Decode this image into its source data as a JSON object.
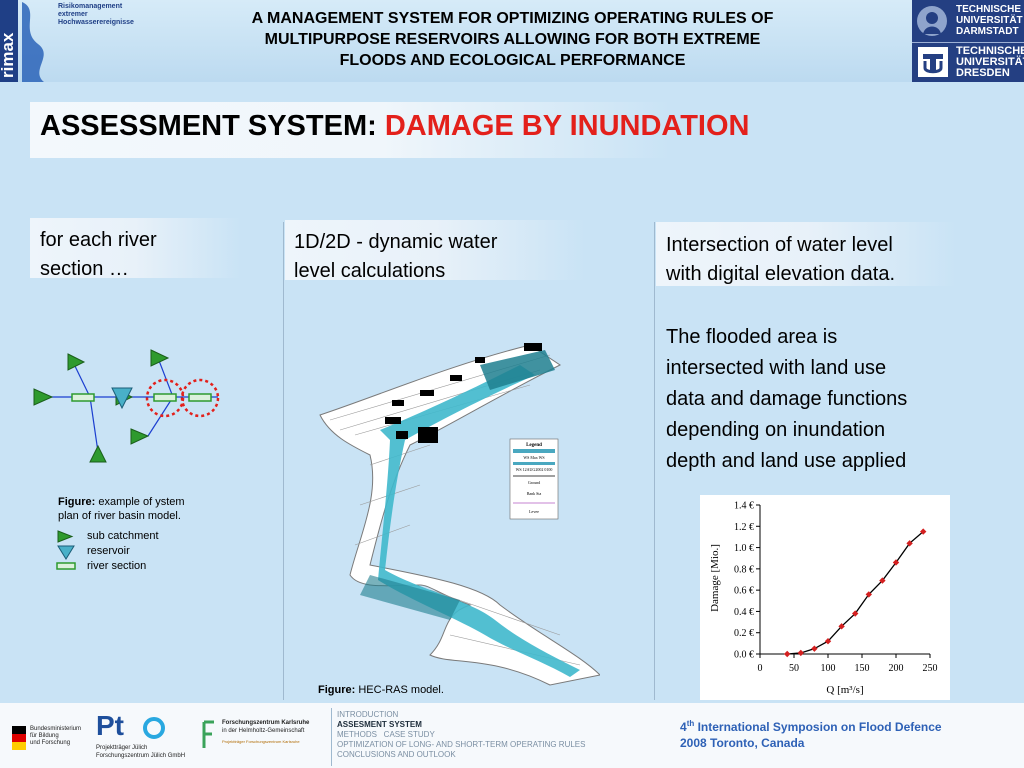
{
  "header": {
    "title_lines": [
      "A MANAGEMENT SYSTEM FOR OPTIMIZING OPERATING RULES OF",
      "MULTIPURPOSE RESERVOIRS ALLOWING FOR BOTH EXTREME",
      "FLOODS AND ECOLOGICAL PERFORMANCE"
    ],
    "rimax_logo": {
      "word": "rimax",
      "lines": [
        "Risikomanagement",
        "extremer",
        "Hochwasserereignisse"
      ]
    },
    "uni_logo": {
      "tud_lines": [
        "TECHNISCHE",
        "UNIVERSITÄT",
        "DARMSTADT"
      ],
      "tudresden_lines": [
        "TECHNISCHE",
        "UNIVERSITÄT",
        "DRESDEN"
      ]
    }
  },
  "section": {
    "title_prefix": "ASSESSMENT SYSTEM: ",
    "title_highlight": "DAMAGE BY INUNDATION"
  },
  "col1": {
    "heading_lines": [
      "for each river",
      "section …"
    ],
    "figure_label": "Figure:",
    "figure_caption_lines": [
      "example of ystem",
      "plan of river basin model."
    ],
    "legend": [
      "sub catchment",
      "reservoir",
      "river section"
    ]
  },
  "col2": {
    "heading_lines": [
      "1D/2D - dynamic water",
      "level calculations"
    ],
    "figure_label": "Figure:",
    "figure_caption": "HEC-RAS model.",
    "inset_legend": {
      "title": "Legend",
      "items": [
        "WS Max WS",
        "WS 12AUG2002 0100",
        "Ground",
        "Bank Sta",
        "Levee"
      ]
    }
  },
  "col3": {
    "para1_lines": [
      "Intersection of water level",
      "with digital elevation data."
    ],
    "para2_lines": [
      "The flooded area is",
      "intersected with land use",
      "data and damage functions",
      "depending on inundation",
      "depth and land use applied"
    ]
  },
  "chart_data": {
    "type": "line",
    "title": "",
    "xlabel": "Q [m³/s]",
    "ylabel": "Damage [Mio.]",
    "xlim": [
      0,
      250
    ],
    "ylim": [
      0,
      1.4
    ],
    "xticks": [
      0,
      50,
      100,
      150,
      200,
      250
    ],
    "yticks": [
      0.0,
      0.2,
      0.4,
      0.6,
      0.8,
      1.0,
      1.2,
      1.4
    ],
    "ytick_labels": [
      "0.0 €",
      "0.2 €",
      "0.4 €",
      "0.6 €",
      "0.8 €",
      "1.0 €",
      "1.2 €",
      "1.4 €"
    ],
    "grid": false,
    "series": [
      {
        "marker_color": "#d42020",
        "line_color": "#000000",
        "x": [
          40,
          60,
          80,
          100,
          120,
          140,
          160,
          180,
          200,
          220,
          240
        ],
        "y": [
          0.0,
          0.01,
          0.05,
          0.12,
          0.26,
          0.38,
          0.56,
          0.69,
          0.86,
          1.04,
          1.15
        ]
      }
    ]
  },
  "footer": {
    "nav": [
      {
        "label": "INTRODUCTION",
        "current": false
      },
      {
        "label": "ASSESMENT SYSTEM",
        "current": true
      },
      {
        "label": "METHODS   CASE STUDY",
        "current": false
      },
      {
        "label": "OPTIMIZATION OF LONG- AND SHORT-TERM OPERATING RULES",
        "current": false
      },
      {
        "label": "CONCLUSIONS AND OUTLOOK",
        "current": false
      }
    ],
    "conf_ordinal": "4",
    "conf_suffix": "th",
    "conf_rest": " International Symposion on Flood Defence",
    "conf_line2": "2008 Toronto, Canada",
    "logos": {
      "bmbf_lines": [
        "Bundesministerium",
        "für Bildung",
        "und Forschung"
      ],
      "pt_word": "Pt",
      "pt_lines": [
        "Projektträger Jülich",
        "Forschungszentrum Jülich GmbH"
      ],
      "fzk_lines": [
        "Forschungszentrum Karlsruhe",
        "in der Helmholtz-Gemeinschaft"
      ],
      "fzk_small": "Projektträger Forschungszentrum Karlsruhe"
    }
  },
  "colors": {
    "accent_red": "#e3201b",
    "background": "#c9e3f5",
    "footer_blue": "#2e61b6"
  }
}
